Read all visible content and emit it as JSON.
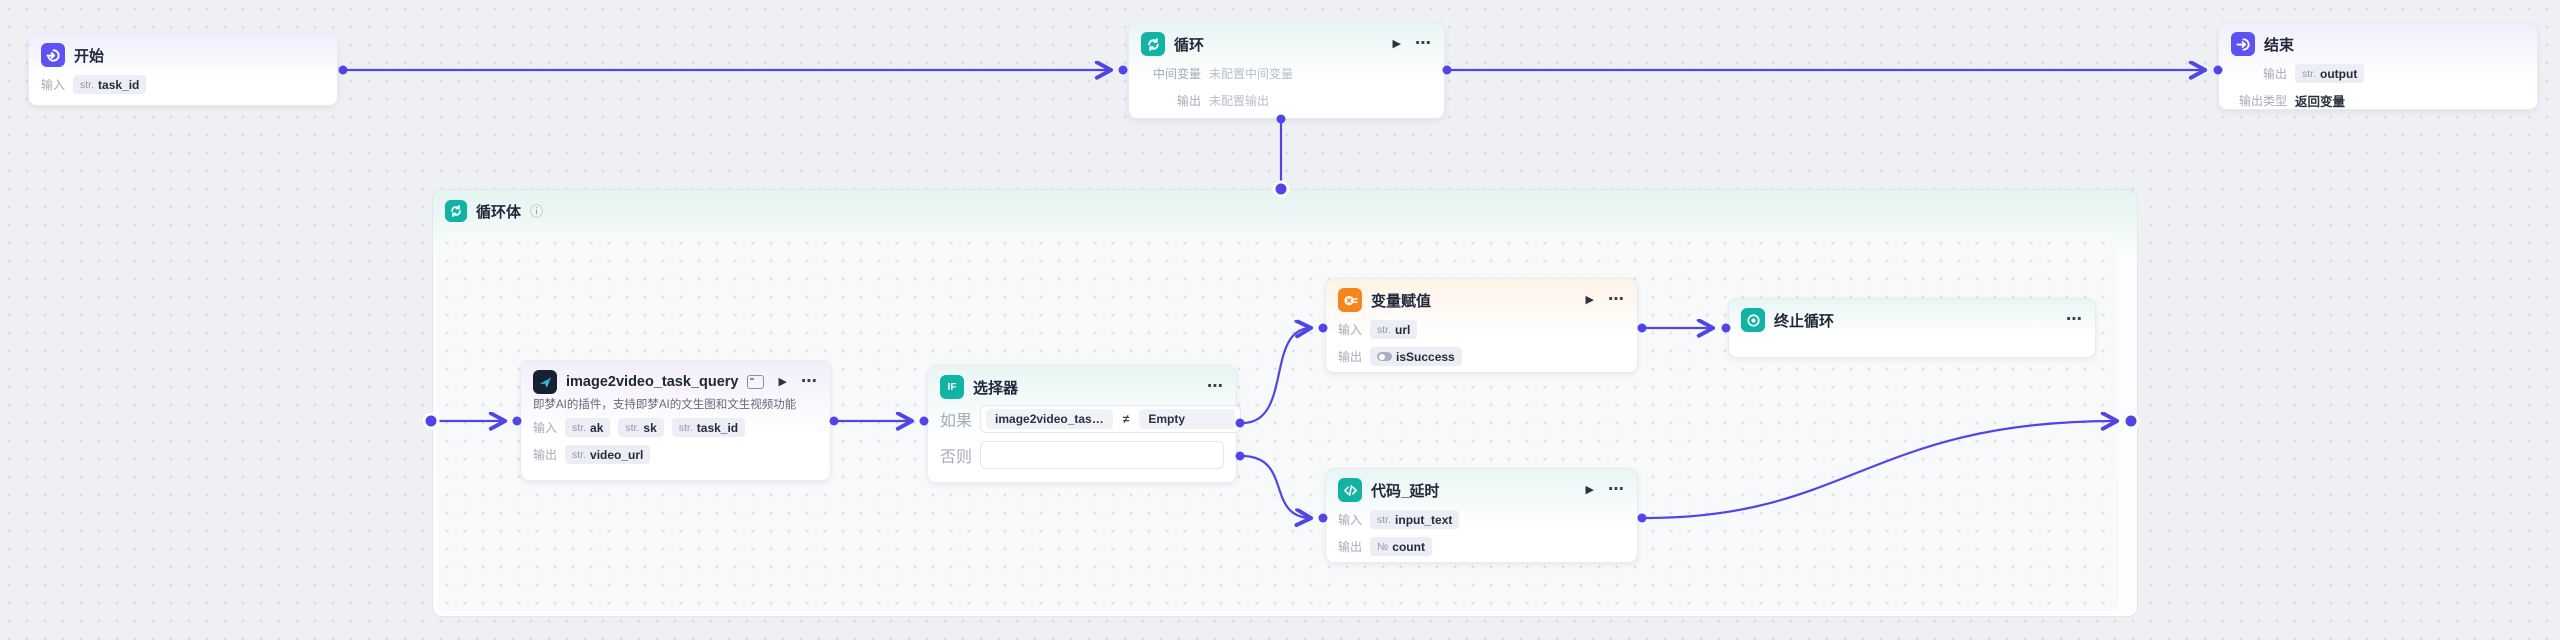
{
  "icons": {
    "play": "▶",
    "more": "⋯",
    "info": "ⓘ",
    "if_glyph": "IF"
  },
  "nodes": {
    "start": {
      "title": "开始",
      "input_label": "输入",
      "badge": {
        "type": "str.",
        "name": "task_id"
      }
    },
    "loop": {
      "title": "循环",
      "mid_label": "中间变量",
      "mid_value": "未配置中间变量",
      "out_label": "输出",
      "out_value": "未配置输出"
    },
    "end": {
      "title": "结束",
      "out_label": "输出",
      "badge": {
        "type": "str.",
        "name": "output"
      },
      "type_label": "输出类型",
      "type_value": "返回变量"
    },
    "loop_body": {
      "title": "循环体"
    },
    "plugin": {
      "title": "image2video_task_query",
      "desc": "即梦AI的插件，支持即梦AI的文生图和文生视频功能",
      "in_label": "输入",
      "out_label": "输出",
      "in_badges": [
        {
          "type": "str.",
          "name": "ak"
        },
        {
          "type": "str.",
          "name": "sk"
        },
        {
          "type": "str.",
          "name": "task_id"
        }
      ],
      "out_badge": {
        "type": "str.",
        "name": "video_url"
      }
    },
    "selector": {
      "title": "选择器",
      "if_label": "如果",
      "else_label": "否则",
      "cond_left": "image2video_tas…",
      "cond_op": "≠",
      "cond_right": "Empty"
    },
    "assign": {
      "title": "变量赋值",
      "in_label": "输入",
      "in_badge": {
        "type": "str.",
        "name": "url"
      },
      "out_label": "输出",
      "out_badge": {
        "name": "isSuccess"
      }
    },
    "break": {
      "title": "终止循环"
    },
    "code": {
      "title": "代码_延时",
      "in_label": "输入",
      "in_badge": {
        "type": "str.",
        "name": "input_text"
      },
      "out_label": "输出",
      "out_badge": {
        "type": "№",
        "name": "count"
      }
    }
  },
  "colors": {
    "wire": "#4f46e5",
    "teal": "#11b3a5",
    "purple": "#5d53f2",
    "orange": "#f5861c"
  }
}
